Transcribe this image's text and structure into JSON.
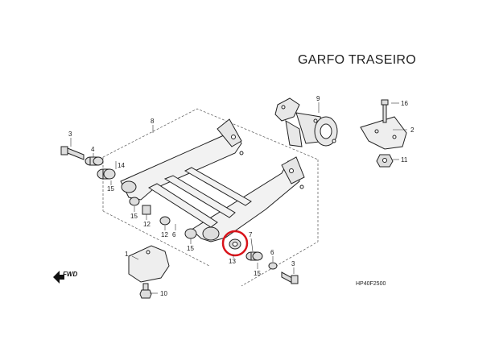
{
  "title": "GARFO TRASEIRO",
  "diagram_code": "HP40F2500",
  "fwd_label": "FWD",
  "highlight_color": "#d9141b",
  "callouts": [
    {
      "id": "c1",
      "label": "1"
    },
    {
      "id": "c2",
      "label": "2"
    },
    {
      "id": "c3a",
      "label": "3"
    },
    {
      "id": "c3b",
      "label": "3"
    },
    {
      "id": "c4",
      "label": "4"
    },
    {
      "id": "c6",
      "label": "6"
    },
    {
      "id": "c7",
      "label": "7"
    },
    {
      "id": "c8",
      "label": "8"
    },
    {
      "id": "c9",
      "label": "9"
    },
    {
      "id": "c10",
      "label": "10"
    },
    {
      "id": "c11",
      "label": "11"
    },
    {
      "id": "c12",
      "label": "12"
    },
    {
      "id": "c13",
      "label": "13"
    },
    {
      "id": "c14",
      "label": "14"
    },
    {
      "id": "c15a",
      "label": "15"
    },
    {
      "id": "c15b",
      "label": "15"
    },
    {
      "id": "c15c",
      "label": "15"
    },
    {
      "id": "c15d",
      "label": "15"
    },
    {
      "id": "c16",
      "label": "16"
    }
  ]
}
